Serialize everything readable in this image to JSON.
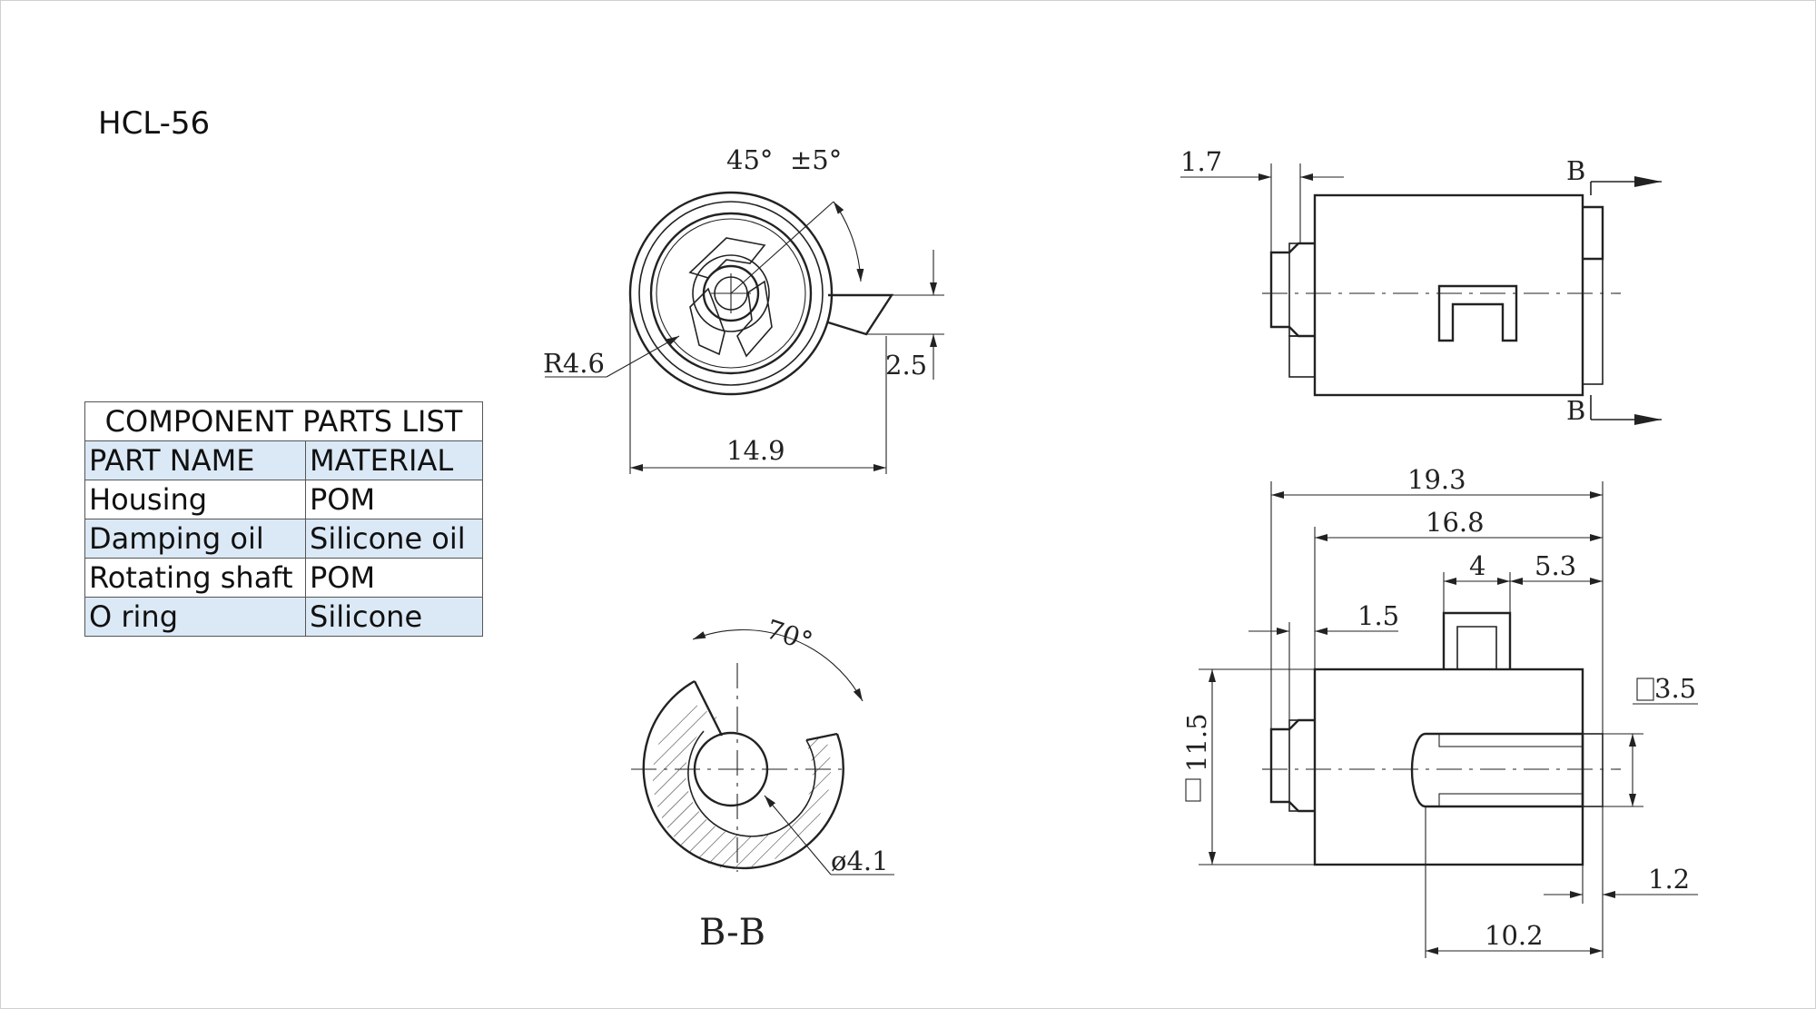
{
  "model": "HCL-56",
  "parts_list": {
    "caption": "COMPONENT PARTS LIST",
    "header": [
      "PART NAME",
      "MATERIAL"
    ],
    "rows": [
      [
        "Housing",
        "POM"
      ],
      [
        "Damping oil",
        "Silicone oil"
      ],
      [
        "Rotating shaft",
        "POM"
      ],
      [
        "O ring",
        "Silicone"
      ]
    ]
  },
  "dimensions": {
    "angle_45": "45°",
    "tolerance": "±5°",
    "radius": "R4.6",
    "width_14_9": "14.9",
    "d_2_5": "2.5",
    "angle_70": "70°",
    "diameter": "ø4.1",
    "section_label": "B-B",
    "d_1_7": "1.7",
    "section_mark_top": "B",
    "section_mark_bottom": "B",
    "d_19_3": "19.3",
    "d_16_8": "16.8",
    "d_4": "4",
    "d_5_3": "5.3",
    "d_1_5": "1.5",
    "d_3_5": "3.5",
    "d_11_5": "11.5",
    "d_1_2": "1.2",
    "d_10_2": "10.2"
  }
}
